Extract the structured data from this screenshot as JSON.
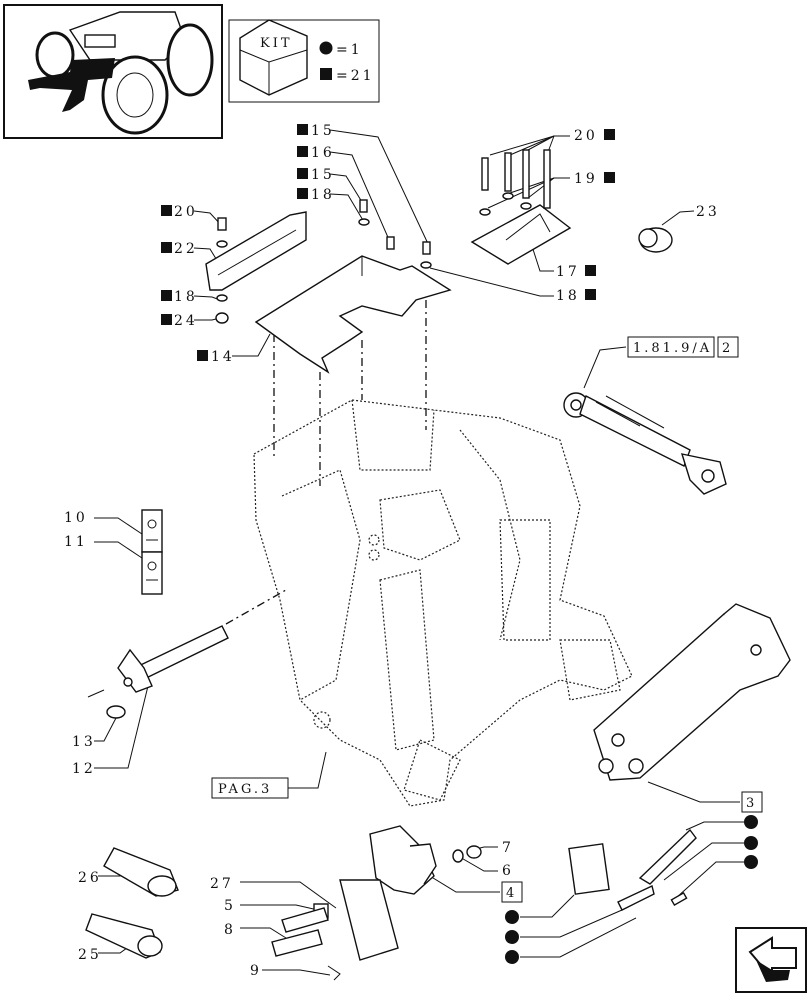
{
  "kit_legend": {
    "kit_label": "KIT",
    "circle_qty": "=1",
    "square_qty": "=21"
  },
  "refs": {
    "ref_181": "1.81.9/A",
    "ref_181_box": "2",
    "pag3": "PAG.3",
    "box3": "3",
    "box4": "4"
  },
  "callouts": {
    "c15a": "15",
    "c16": "16",
    "c15b": "15",
    "c18a": "18",
    "c20a": "20",
    "c22": "22",
    "c18b": "18",
    "c24": "24",
    "c14": "14",
    "c20b": "20",
    "c19": "19",
    "c17": "17",
    "c18c": "18",
    "c23": "23",
    "c10": "10",
    "c11": "11",
    "c13": "13",
    "c12": "12",
    "c26": "26",
    "c25": "25",
    "c27": "27",
    "c5": "5",
    "c8": "8",
    "c9": "9",
    "c7": "7",
    "c6": "6"
  },
  "nav": {
    "icon": "next-page-arrow-icon"
  }
}
